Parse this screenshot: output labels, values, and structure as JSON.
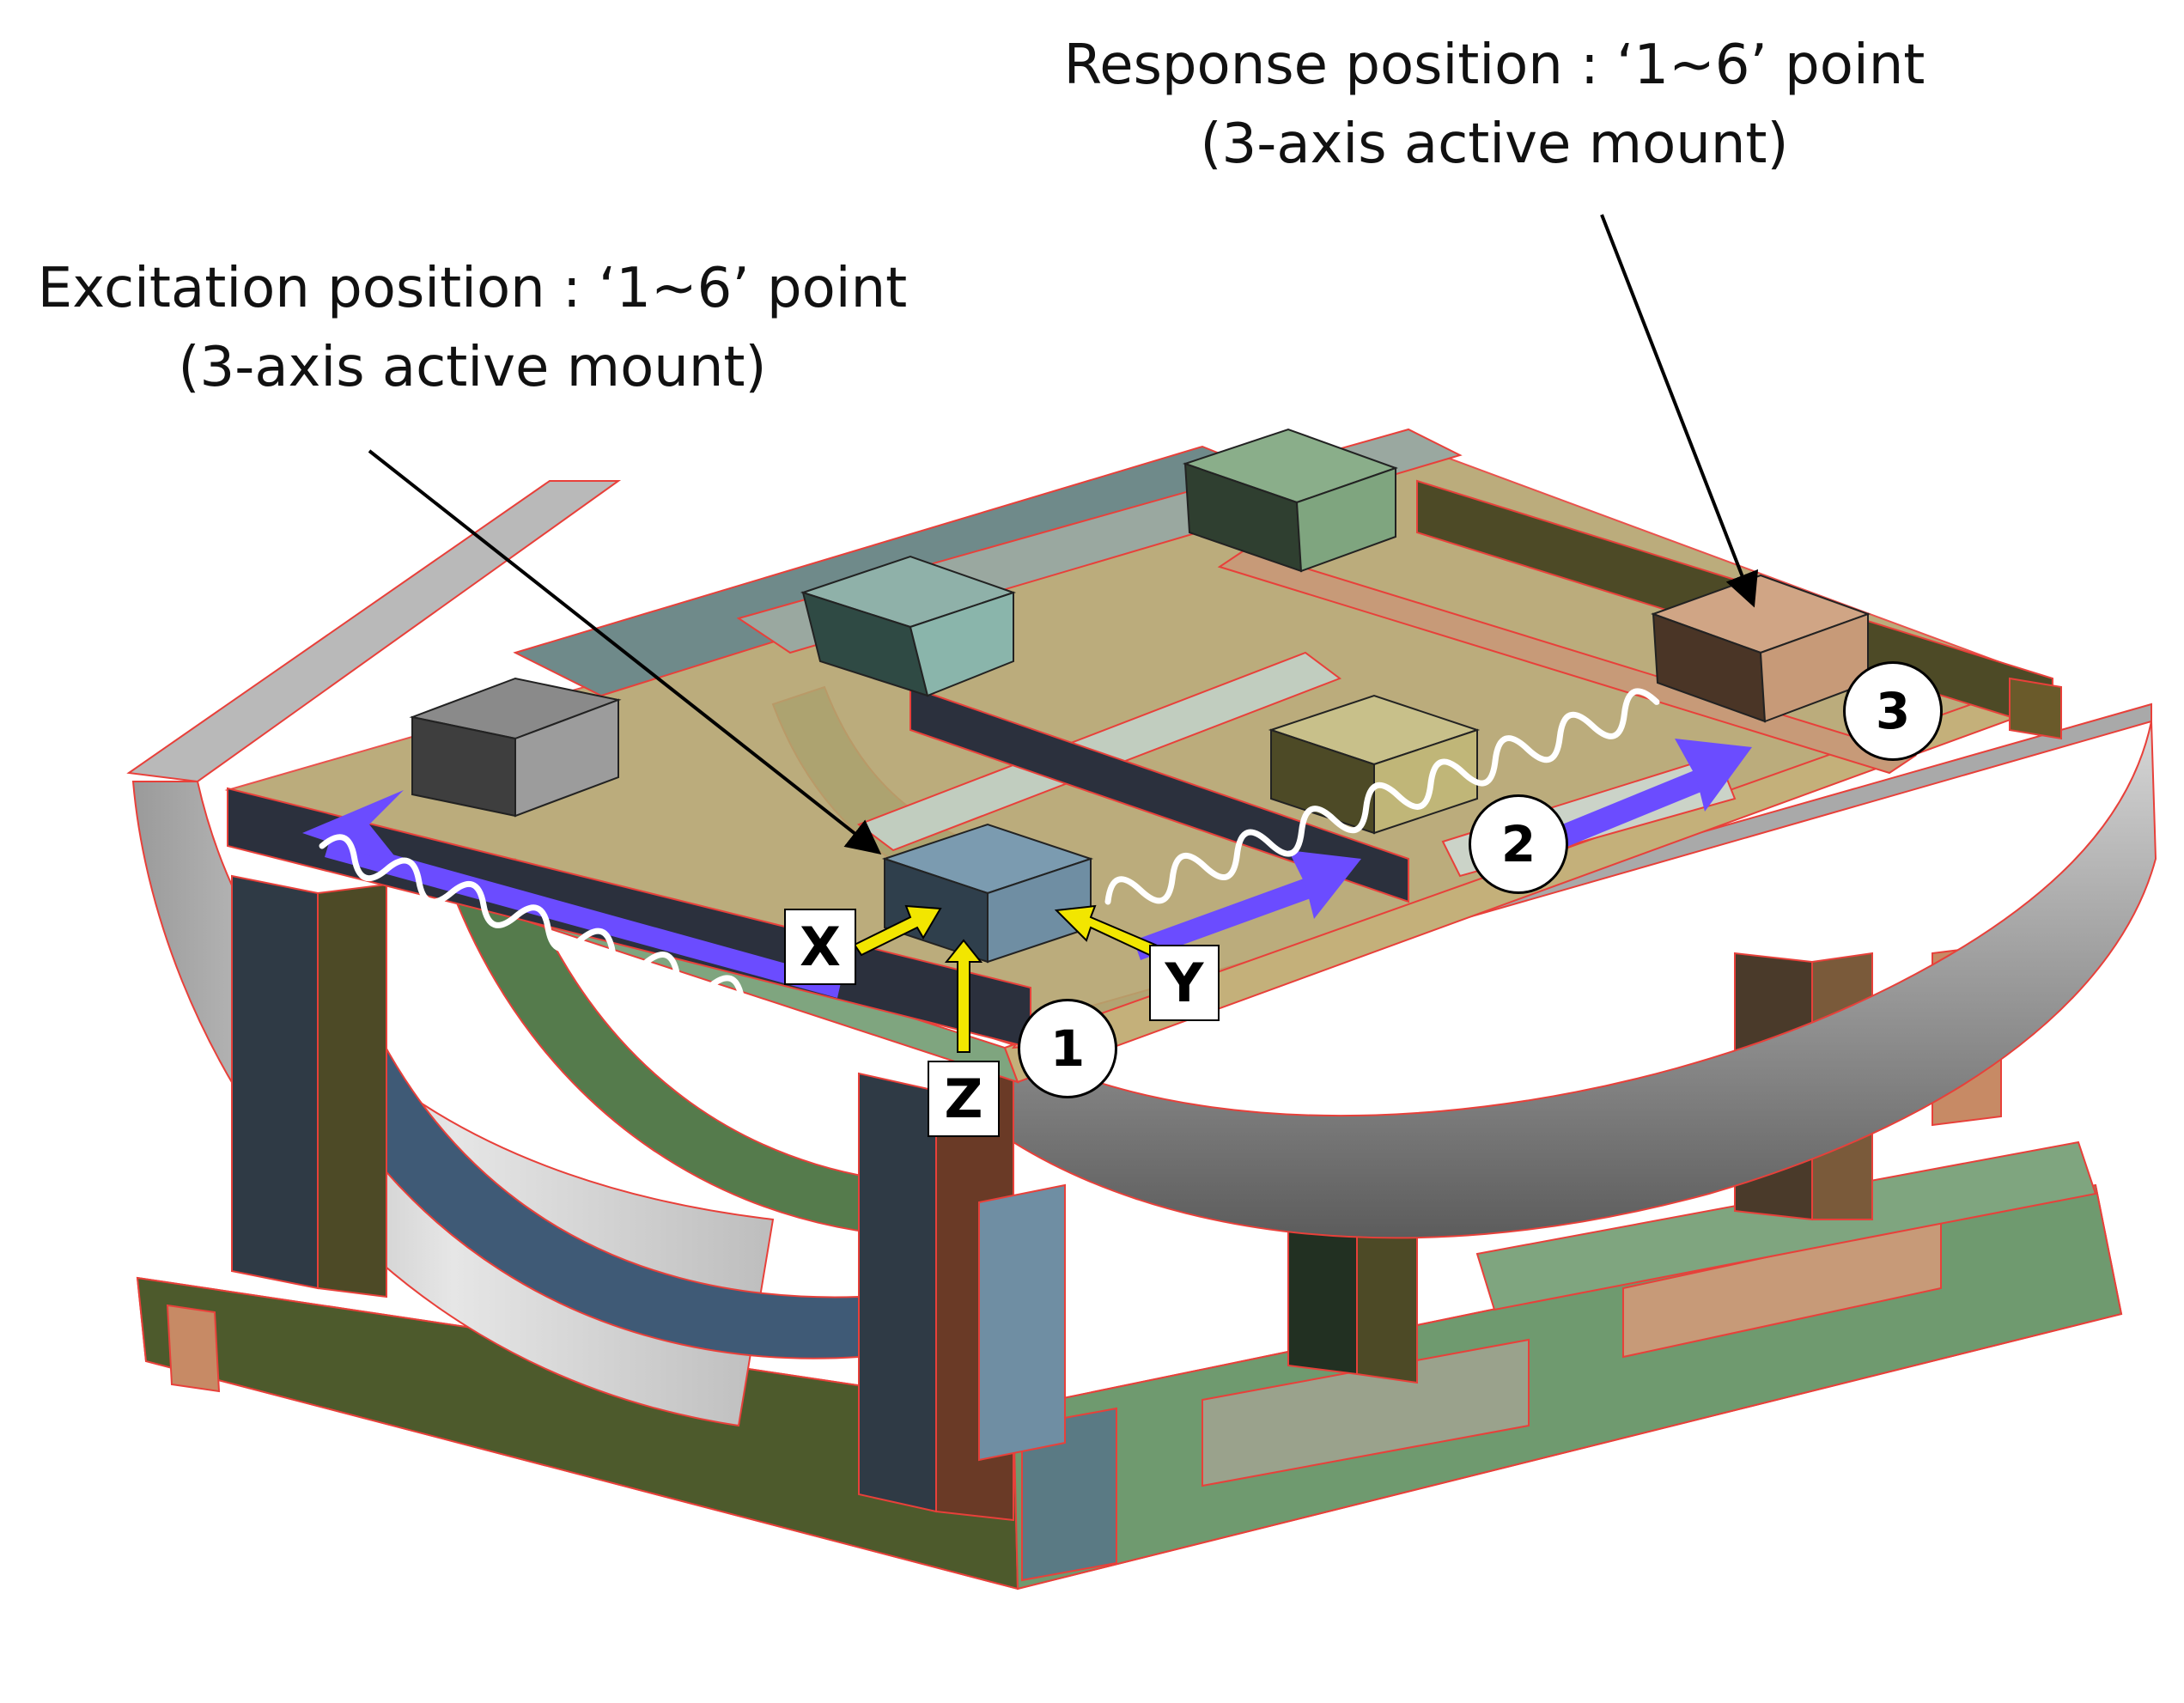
{
  "callouts": {
    "response": {
      "line1": "Response position : ‘1~6’ point",
      "line2": "(3-axis active mount)"
    },
    "excitation": {
      "line1": "Excitation position : ‘1~6’ point",
      "line2": "(3-axis active mount)"
    }
  },
  "axes": {
    "x": "X",
    "y": "Y",
    "z": "Z"
  },
  "points": {
    "p1": "1",
    "p2": "2",
    "p3": "3"
  },
  "colors": {
    "hull_gray": "#b9b9b9",
    "deck_green": "#7fa57f",
    "edge_red": "#e8403a",
    "path_arrow": "#6b4cff",
    "axis_arrow": "#f2e600",
    "mount_excitation": "#6f8ea3",
    "mount_response": "#c79a78"
  }
}
